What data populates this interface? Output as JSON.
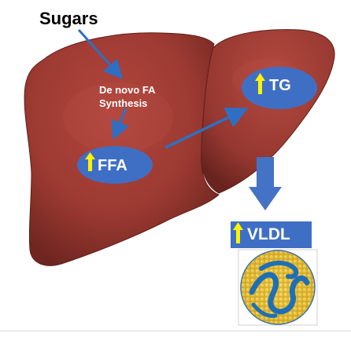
{
  "labels": {
    "sugars": "Sugars",
    "denovo_line1": "De novo FA",
    "denovo_line2": "Synthesis",
    "ffa": "FFA",
    "tg": "TG",
    "vldl": "VLDL"
  },
  "icons": {
    "increase": "up-arrow-icon",
    "pathway": "blue-arrow-icon",
    "secretion": "block-down-arrow-icon"
  },
  "colors": {
    "liver": "#a33a33",
    "liver_dark": "#7e2a25",
    "node_fill": "#3f6fc4",
    "arrow_blue": "#2f6fc3",
    "up_arrow": "#fff200",
    "particle_yellow": "#e1bb2c",
    "particle_blue": "#2d7dbb"
  }
}
